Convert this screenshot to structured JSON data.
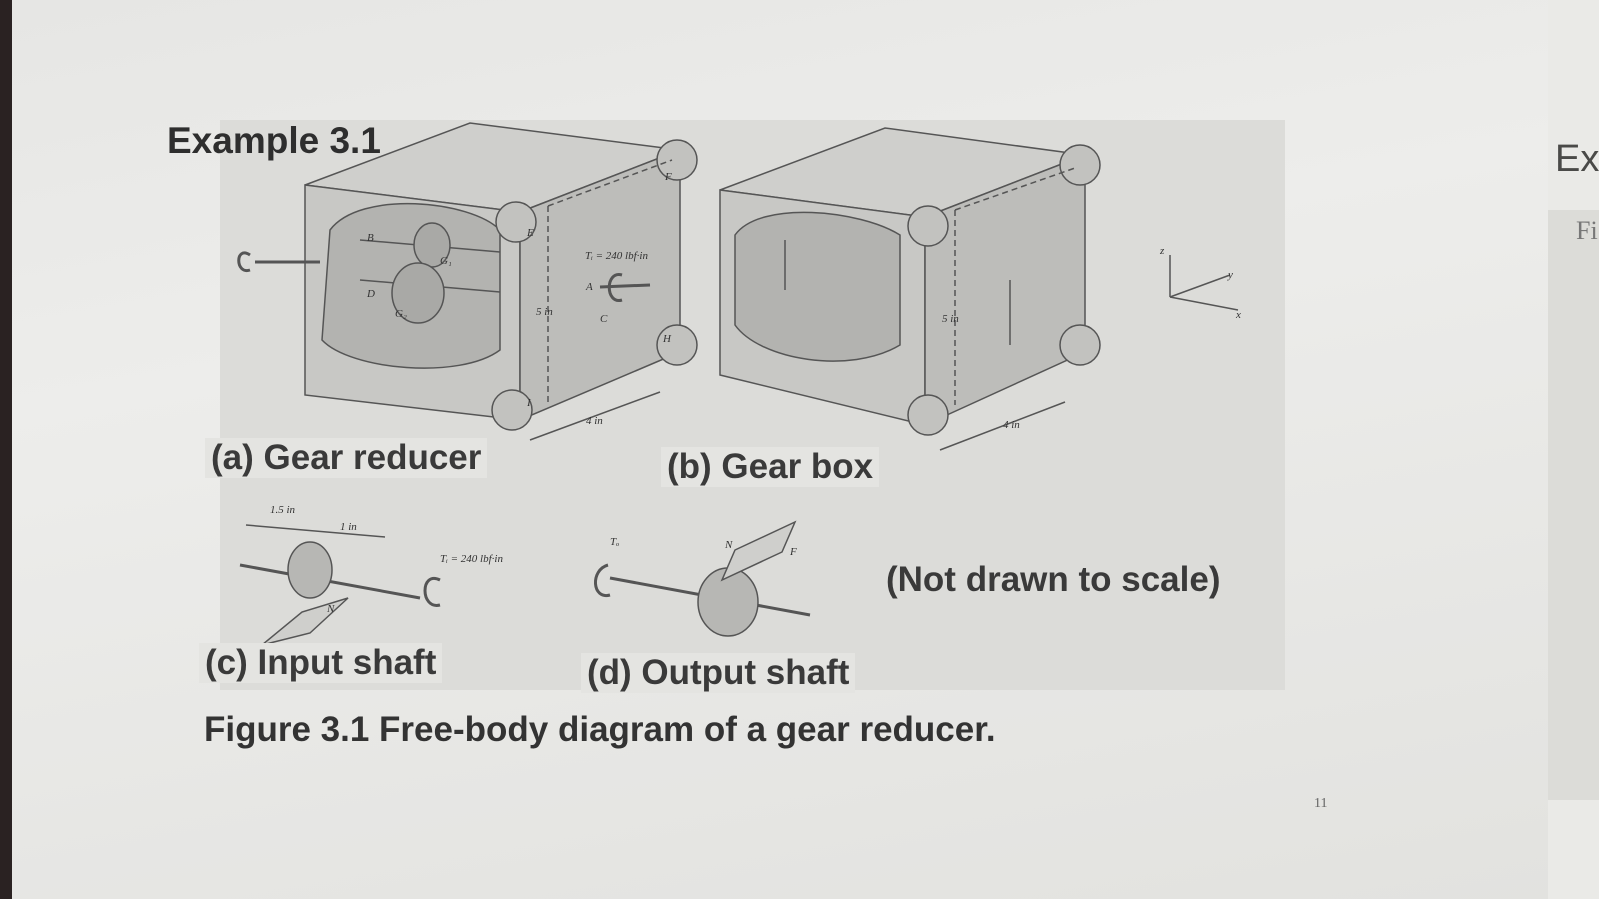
{
  "title": "Example 3.1",
  "labels": {
    "a": "(a) Gear reducer",
    "b": "(b) Gear box",
    "c": "(c) Input shaft",
    "d": "(d) Output shaft",
    "note": "(Not drawn to scale)"
  },
  "caption": "Figure 3.1 Free-body diagram of a gear reducer.",
  "page_number": "11",
  "peek": {
    "right_title": "Ex",
    "right_sub": "Fi"
  },
  "diagram_text": {
    "torque_in": "Tᵢ = 240 lbf·in",
    "dim_5in": "5 in",
    "dim_4in": "4 in",
    "dim_15in": "1.5 in",
    "dim_1in": "1 in",
    "pt_A": "A",
    "pt_B": "B",
    "pt_C": "C",
    "pt_D": "D",
    "pt_E": "E",
    "pt_F": "F",
    "pt_H": "H",
    "pt_I": "I",
    "gear_G1": "G₁",
    "gear_G2": "G₂",
    "axis_x": "x",
    "axis_y": "y",
    "axis_z": "z",
    "force_N": "N",
    "force_F": "F",
    "torque_To": "Tₒ"
  }
}
